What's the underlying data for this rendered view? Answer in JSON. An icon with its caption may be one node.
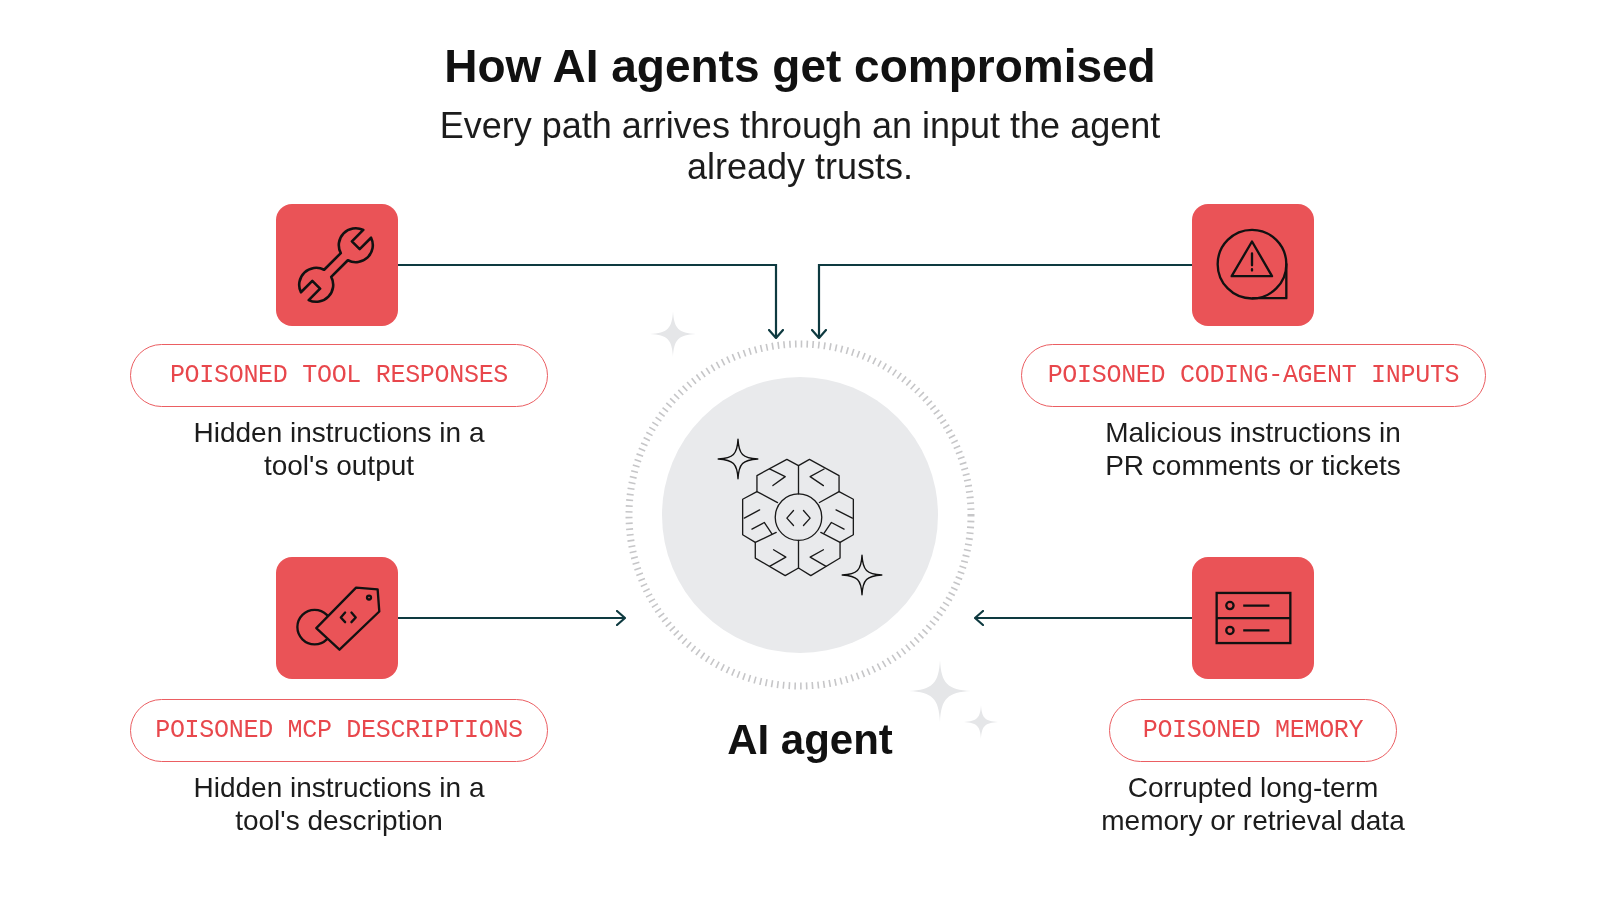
{
  "diagram": {
    "title": "How AI agents get compromised",
    "nodes": [
      {
        "text": [],
        "shape": "box"
      },
      {
        "text": [
          "POISONED TOOL RESPONSES"
        ],
        "beside": [
          "Hidden instructions in a tool's output"
        ]
      },
      {
        "text": [],
        "shape": "box"
      },
      {
        "text": [
          "POISONED CODING-AGENT INPUTS"
        ],
        "beside": [
          "Malicious instructions in PR comments or tickets"
        ]
      },
      {
        "text": [],
        "shape": "box"
      },
      {
        "text": [
          "POISONED MCP DESCRIPTIONS"
        ],
        "beside": [
          "Hidden instructions in a tool's description"
        ]
      },
      {
        "text": [],
        "shape": "box"
      },
      {
        "text": [
          "POISONED MEMORY"
        ],
        "beside": [
          "Corrupted long-term memory or retrieval data"
        ]
      },
      {
        "text": [],
        "shape": "circle",
        "beside": [
          "AI agent"
        ]
      }
    ],
    "edges": [
      {
        "from": 0,
        "to": 8,
        "arrow": "to"
      },
      {
        "from": 2,
        "to": 8,
        "arrow": "to"
      },
      {
        "from": 4,
        "to": 8,
        "arrow": "to"
      },
      {
        "from": 6,
        "to": 8,
        "arrow": "to"
      }
    ],
    "labels": [
      "Every path arrives through an input the agent already trusts."
    ]
  }
}
